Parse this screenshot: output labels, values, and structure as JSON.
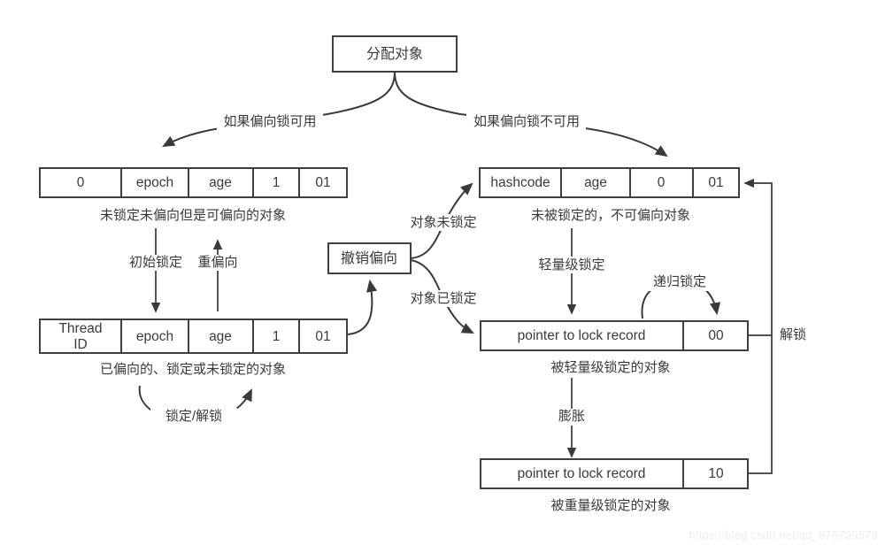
{
  "diagram": {
    "title_node": {
      "label": "分配对象"
    },
    "branch_labels": {
      "left": "如果偏向锁可用",
      "right": "如果偏向锁不可用"
    },
    "nodes": {
      "revoke_bias": {
        "label": "撤销偏向"
      }
    },
    "mark_words": {
      "biasable_unlocked": {
        "cells": [
          "0",
          "epoch",
          "age",
          "1",
          "01"
        ],
        "caption": "未锁定未偏向但是可偏向的对象"
      },
      "non_biasable_unlocked": {
        "cells": [
          "hashcode",
          "age",
          "0",
          "01"
        ],
        "caption": "未被锁定的，不可偏向对象"
      },
      "biased": {
        "cells": [
          "Thread ID",
          "epoch",
          "age",
          "1",
          "01"
        ],
        "cell_lines": [
          [
            "Thread",
            "ID"
          ],
          [
            "epoch"
          ],
          [
            "age"
          ],
          [
            "1"
          ],
          [
            "01"
          ]
        ],
        "caption": "已偏向的、锁定或未锁定的对象"
      },
      "lightweight_locked": {
        "cells": [
          "pointer to lock record",
          "00"
        ],
        "caption": "被轻量级锁定的对象"
      },
      "heavyweight_locked": {
        "cells": [
          "pointer to lock record",
          "10"
        ],
        "caption": "被重量级锁定的对象"
      }
    },
    "edge_labels": {
      "initial_lock": "初始锁定",
      "rebias": "重偏向",
      "lock_unlock_loop": "锁定/解锁",
      "object_not_locked": "对象未锁定",
      "object_locked": "对象已锁定",
      "lightweight_locking": "轻量级锁定",
      "recursive_locking": "递归锁定",
      "inflate": "膨胀",
      "unlock": "解锁"
    },
    "watermark": "https://blog.csdn.net/qq_878799579",
    "colors": {
      "stroke": "#3a3a3a",
      "background": "#ffffff",
      "watermark": "#eceef0"
    }
  }
}
